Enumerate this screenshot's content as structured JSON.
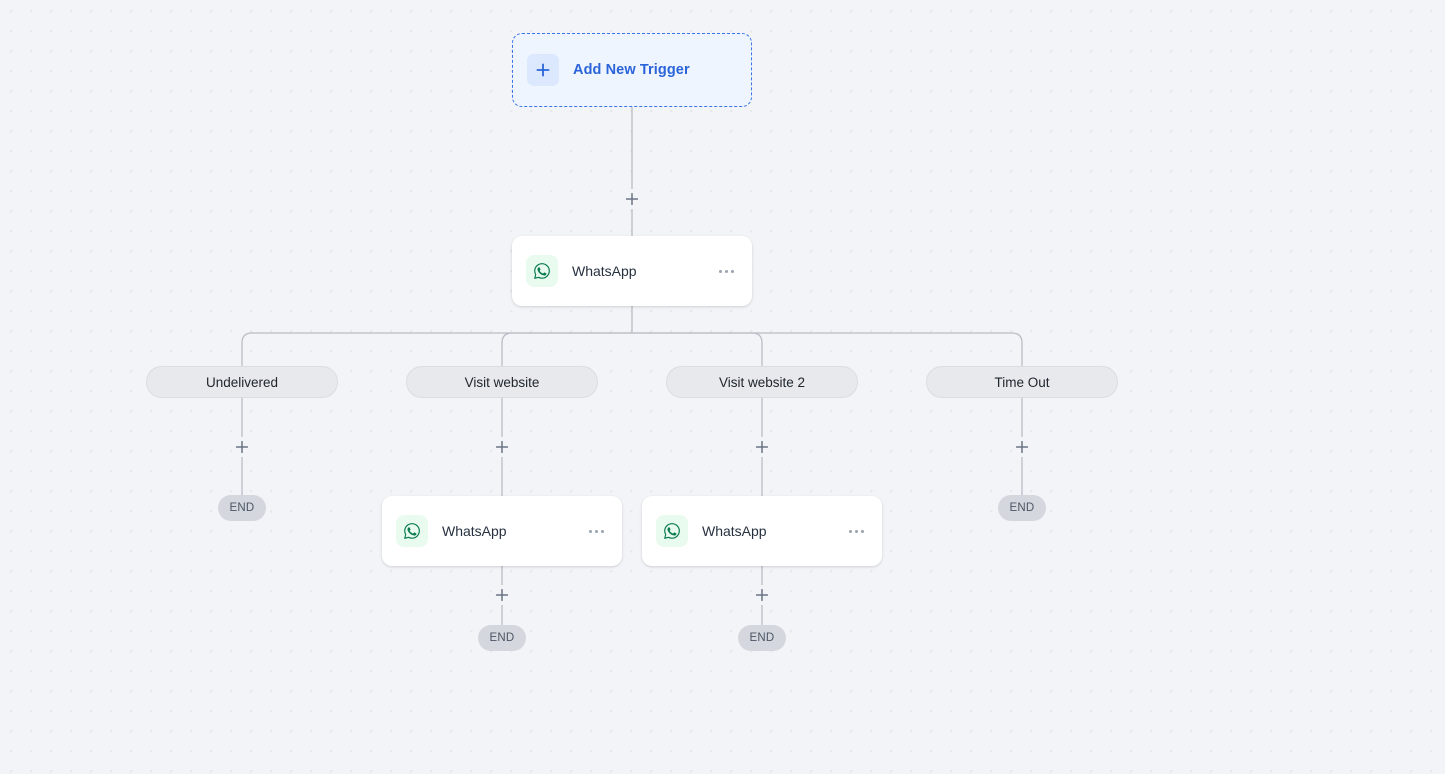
{
  "canvas": {
    "background_color": "#f2f4f7",
    "dot_color": "#e6e8ea"
  },
  "trigger": {
    "label": "Add New Trigger",
    "icon": "plus-icon",
    "accent_color": "#2b64d9",
    "fill_color": "#eef5fe"
  },
  "nodes": [
    {
      "id": "main",
      "label": "WhatsApp",
      "icon": "whatsapp-icon",
      "menu": "more-options-icon"
    },
    {
      "id": "left",
      "label": "WhatsApp",
      "icon": "whatsapp-icon",
      "menu": "more-options-icon"
    },
    {
      "id": "right",
      "label": "WhatsApp",
      "icon": "whatsapp-icon",
      "menu": "more-options-icon"
    }
  ],
  "branches": [
    {
      "label": "Undelivered",
      "terminal": "END"
    },
    {
      "label": "Visit website",
      "terminal": "END"
    },
    {
      "label": "Visit website 2",
      "terminal": "END"
    },
    {
      "label": "Time Out",
      "terminal": "END"
    }
  ],
  "terminals": {
    "end_label": "END"
  },
  "edge_handles": {
    "add_label": "+"
  },
  "colors": {
    "edge_stroke": "#b9bec6",
    "branch_pill_bg": "#e7e9ec",
    "end_pill_bg": "#d4d8de",
    "whatsapp_green": "#0a7a50",
    "whatsapp_icon_bg": "#e9fbef"
  }
}
